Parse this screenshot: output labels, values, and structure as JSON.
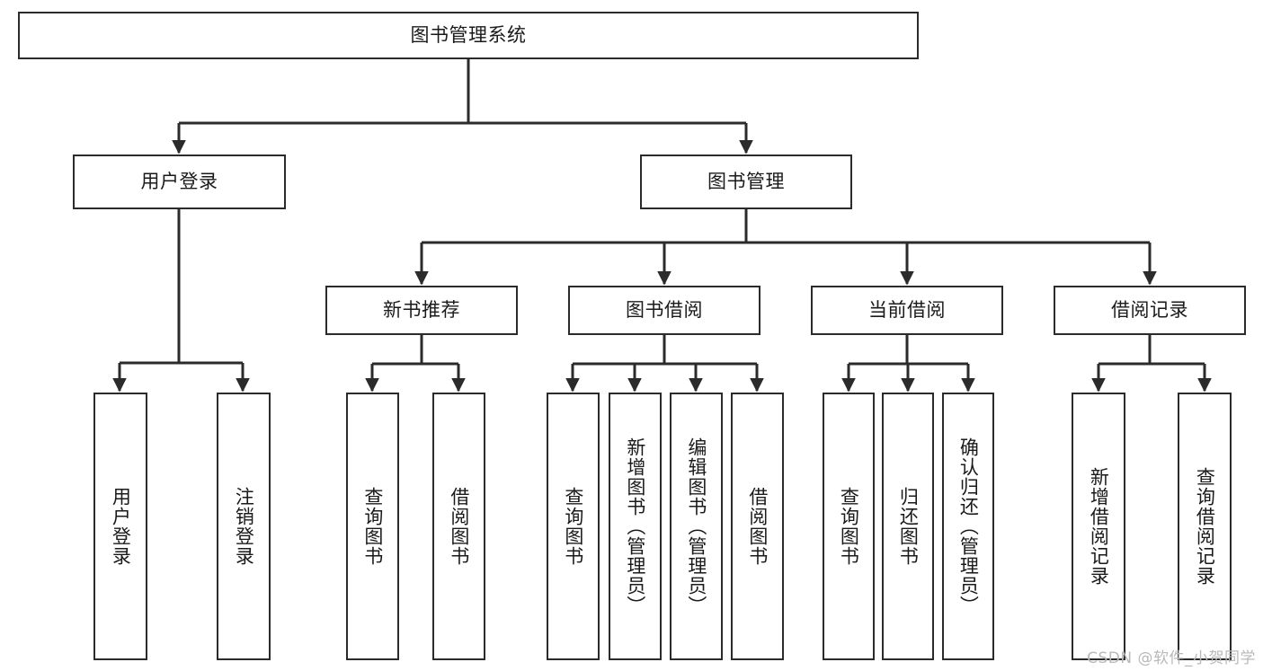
{
  "diagram": {
    "title": "图书管理系统",
    "type": "hierarchy-tree",
    "stroke_color": "#2b2b2b",
    "fill_color": "#ffffff",
    "text_color": "#1a1a1a",
    "background": "#ffffff"
  },
  "watermark": {
    "text": "CSDN @软件_小贺同学",
    "color": "#b9b9b9"
  },
  "nodes": {
    "root": {
      "label": "图书管理系统"
    },
    "level2": [
      {
        "label": "用户登录"
      },
      {
        "label": "图书管理"
      }
    ],
    "level3": [
      {
        "label": "新书推荐"
      },
      {
        "label": "图书借阅"
      },
      {
        "label": "当前借阅"
      },
      {
        "label": "借阅记录"
      }
    ],
    "leaves": {
      "user_login": [
        {
          "label": "用户登录"
        },
        {
          "label": "注销登录"
        }
      ],
      "new_book": [
        {
          "label": "查询图书"
        },
        {
          "label": "借阅图书"
        }
      ],
      "book_borrow": [
        {
          "label": "查询图书"
        },
        {
          "label": "新增图书（管理员）"
        },
        {
          "label": "编辑图书（管理员）"
        },
        {
          "label": "借阅图书"
        }
      ],
      "current_borrow": [
        {
          "label": "查询图书"
        },
        {
          "label": "归还图书"
        },
        {
          "label": "确认归还（管理员）"
        }
      ],
      "borrow_record": [
        {
          "label": "新增借阅记录"
        },
        {
          "label": "查询借阅记录"
        }
      ]
    }
  }
}
